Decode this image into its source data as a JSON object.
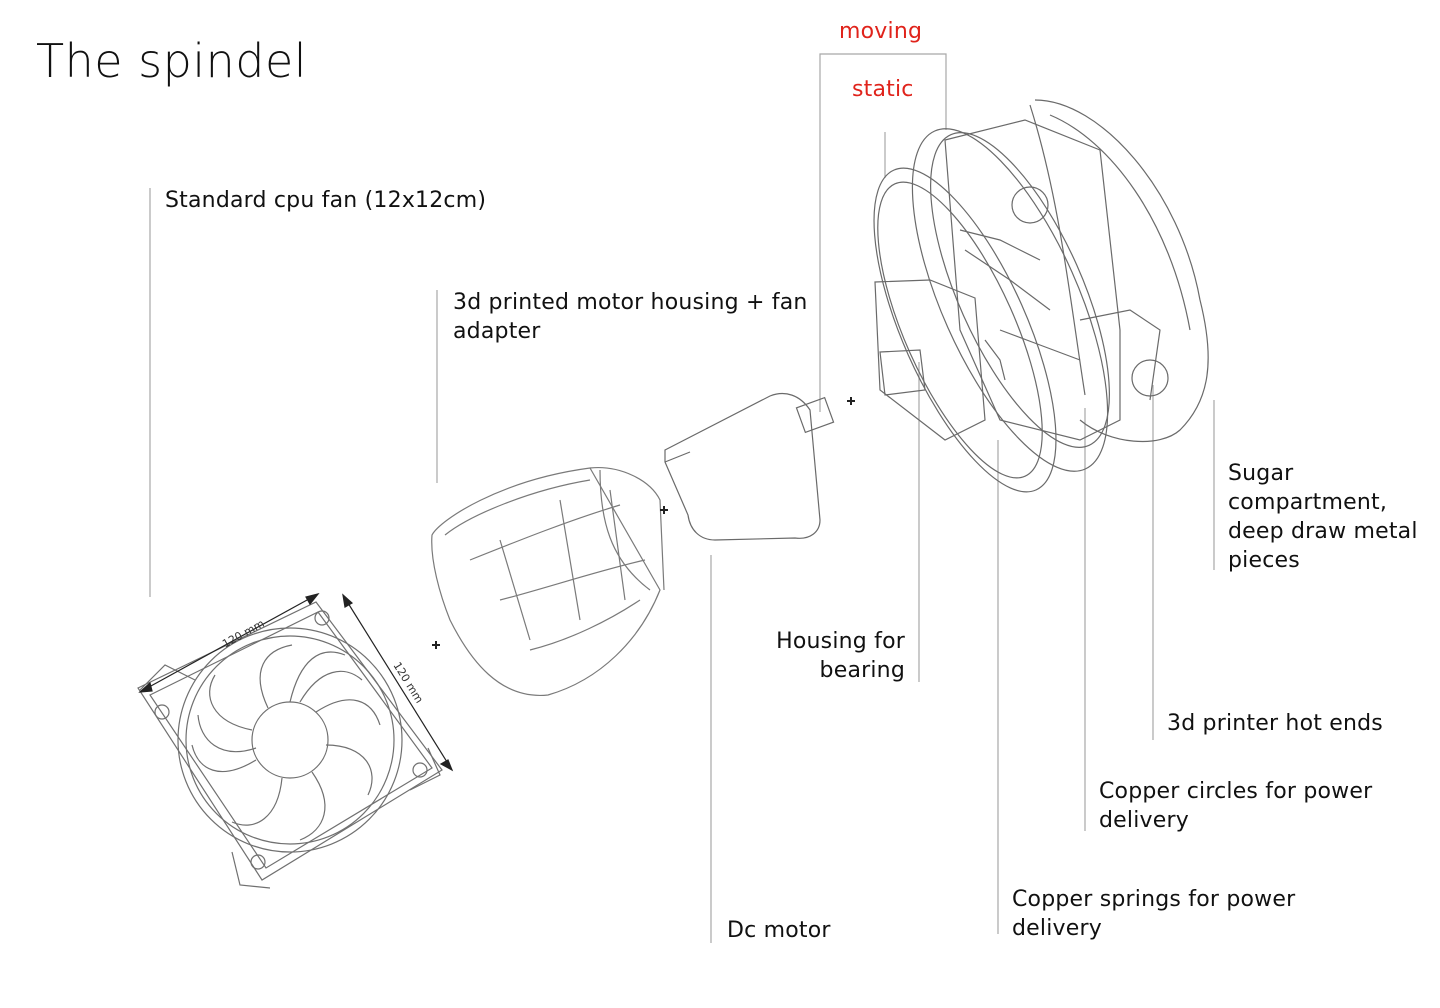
{
  "title": "The spindel",
  "labels": {
    "moving": "moving",
    "static": "static",
    "cpu_fan": "Standard cpu fan (12x12cm)",
    "motor_housing": "3d printed motor housing + fan adapter",
    "housing_bearing": "Housing for bearing",
    "sugar": "Sugar compartment, deep draw metal pieces",
    "hot_ends": "3d printer hot ends",
    "copper_circles": "Copper circles for power delivery",
    "copper_springs": "Copper springs for power delivery",
    "dc_motor": "Dc motor"
  },
  "dimensions": {
    "width": "120 mm",
    "height": "120 mm"
  },
  "colors": {
    "accent": "#e0231b",
    "line": "#9a9a9a",
    "text": "#111111"
  }
}
